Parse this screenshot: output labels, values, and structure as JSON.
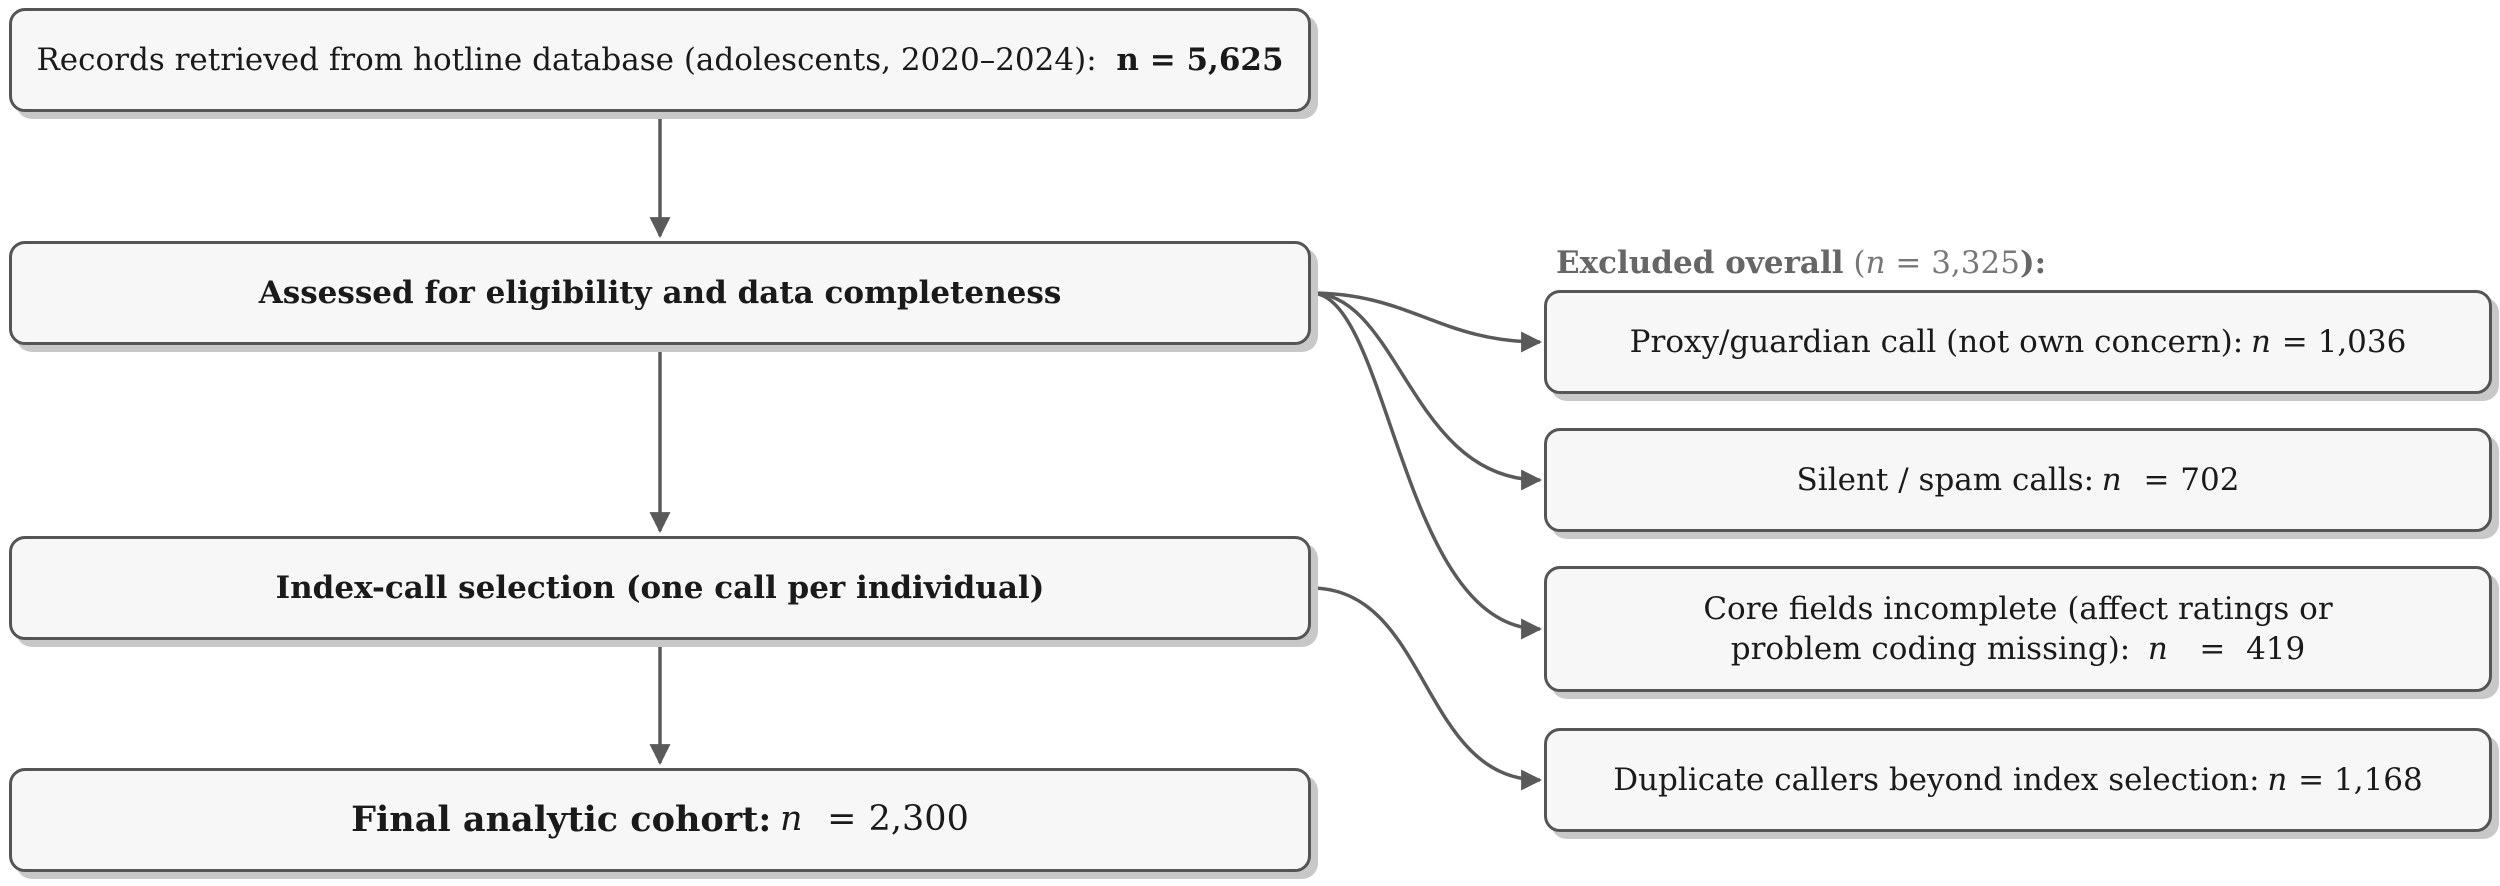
{
  "boxes": {
    "records": {
      "text": "Records retrieved from hotline database (adolescents, 2020–2024):",
      "count_label": "n = 5,625"
    },
    "assessed": {
      "text": "Assessed for eligibility and data completeness"
    },
    "index_call": {
      "text": "Index-call selection (one call per individual)"
    },
    "final": {
      "text": "Final analytic cohort:",
      "n_symbol": "n",
      "equals": "=",
      "count": "2,300"
    }
  },
  "exclusions": {
    "heading": {
      "label": "Excluded overall",
      "open_paren": "(",
      "n_symbol": "n",
      "equals_count": "= 3,325",
      "close": "):"
    },
    "items": [
      {
        "text": "Proxy/guardian call (not own concern):",
        "n_symbol": "n",
        "equals": "=",
        "count": "1,036"
      },
      {
        "text": "Silent / spam calls:",
        "n_symbol": "n",
        "equals": "=",
        "count": "702"
      },
      {
        "text_line1": "Core fields incomplete (affect ratings or",
        "text_line2": "problem coding missing):",
        "n_symbol": "n",
        "equals": "=",
        "count": "419"
      },
      {
        "text": "Duplicate callers beyond index selection:",
        "n_symbol": "n",
        "equals": "=",
        "count": "1,168"
      }
    ]
  },
  "colors": {
    "box_fill": "#f7f7f7",
    "box_border": "#555555",
    "shadow": "#c8c8c8",
    "arrow": "#5a5a5a",
    "heading_text": "#666666"
  }
}
